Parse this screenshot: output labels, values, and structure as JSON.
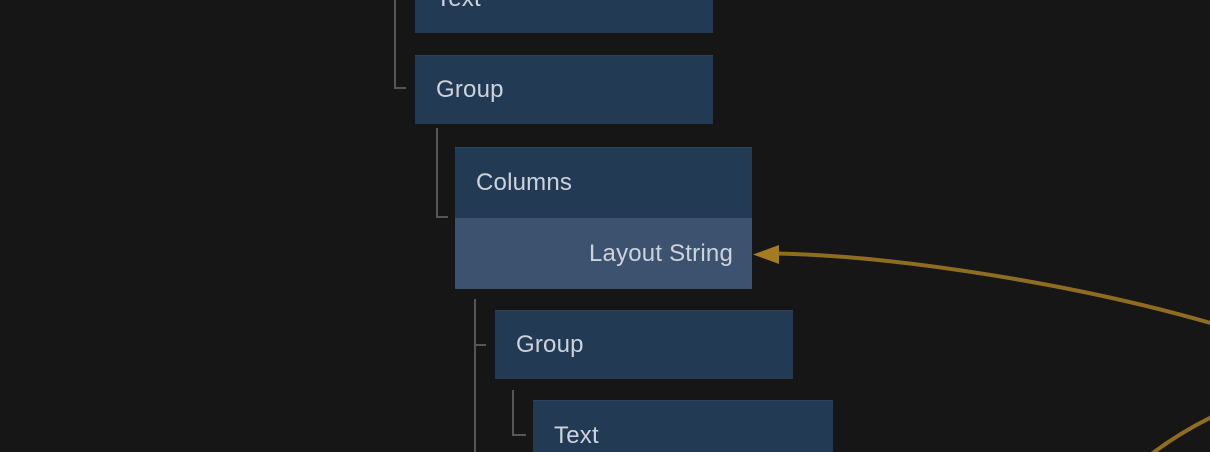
{
  "editor": {
    "nodes": [
      {
        "label": "Text"
      },
      {
        "label": "Group"
      },
      {
        "label": "Columns",
        "input": {
          "label": "Layout String"
        }
      },
      {
        "label": "Group"
      },
      {
        "label": "Text"
      }
    ],
    "colors": {
      "background": "#161616",
      "node_fill": "#233a54",
      "input_row_fill": "#3c526f",
      "label_text": "#ccd3dd",
      "tree_line": "#565656",
      "wire": "#8e6d20",
      "wire_arrow": "#a57b22"
    }
  }
}
